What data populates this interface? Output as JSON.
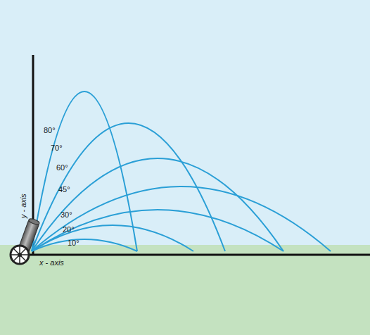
{
  "diagram": {
    "labels": [
      "80°",
      "70°",
      "60°",
      "45°",
      "30°",
      "20°",
      "10°",
      "y - axis",
      "x - axis"
    ]
  }
}
